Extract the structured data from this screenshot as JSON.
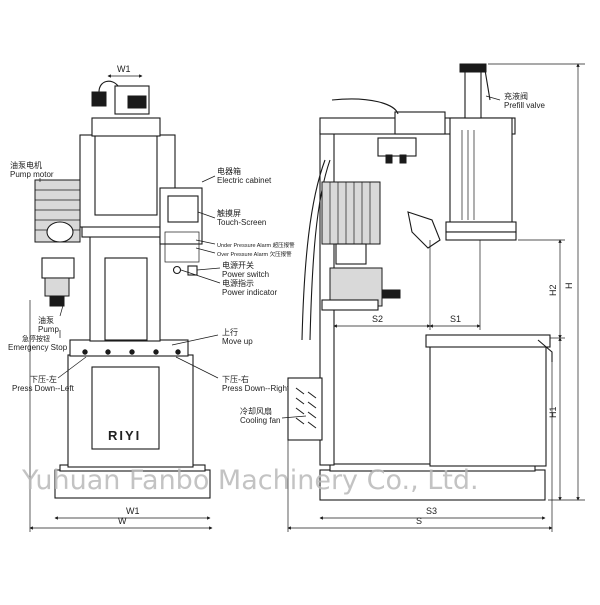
{
  "brand": "RIYI",
  "watermark": "Yuhuan Fanbo Machinery Co., Ltd.",
  "labels": {
    "pump_motor_zh": "油泵电机",
    "pump_motor_en": "Pump motor",
    "electric_cabinet_zh": "电器箱",
    "electric_cabinet_en": "Electric cabinet",
    "touch_screen_zh": "触摸屏",
    "touch_screen_en": "Touch-Screen",
    "under_pressure": "Under Pressure Alarm 超压报警",
    "over_pressure": "Over Pressure Alarm 欠压报警",
    "power_switch_zh": "电源开关",
    "power_switch_en": "Power switch",
    "power_indicator_zh": "电源指示",
    "power_indicator_en": "Power indicator",
    "pump_zh": "油泵",
    "pump_en": "Pump",
    "emergency_zh": "急停按钮",
    "emergency_en": "Emergency Stop",
    "move_up_zh": "上行",
    "move_up_en": "Move up",
    "press_left_zh": "下压-左",
    "press_left_en": "Press Down--Left",
    "press_right_zh": "下压-右",
    "press_right_en": "Press Down--Right",
    "cooling_fan_zh": "冷却风扇",
    "cooling_fan_en": "Cooling fan",
    "prefill_zh": "充液阀",
    "prefill_en": "Prefill valve"
  },
  "dimensions": {
    "w1": "W1",
    "w": "W",
    "s": "S",
    "s1": "S1",
    "s2": "S2",
    "s3": "S3",
    "h": "H",
    "h1": "H1",
    "h2": "H2"
  }
}
